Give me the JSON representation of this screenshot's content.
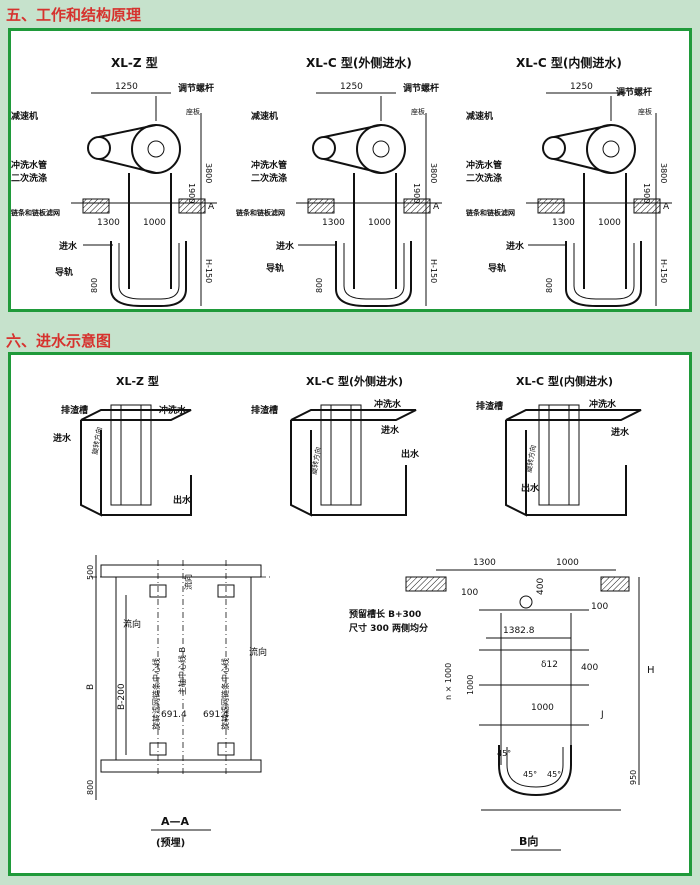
{
  "section5": {
    "title": "五、工作和结构原理",
    "machines": [
      {
        "title": "XL-Z 型",
        "d_1250": "1250",
        "d_3800": "3800",
        "d_1900": "1900",
        "d_1300": "1300",
        "d_1000": "1000",
        "d_h150": "H-150",
        "d_800": "800",
        "l_reducer": "减速机",
        "l_screw": "调节螺杆",
        "l_base": "座板",
        "l_flush": "冲洗水管",
        "l_wash2": "二次洗涤",
        "l_chain": "链条和链板滤网",
        "l_inlet": "进水",
        "l_rail": "导轨",
        "l_a": "A"
      },
      {
        "title": "XL-C 型(外侧进水)",
        "d_1250": "1250",
        "d_3800": "3800",
        "d_1900": "1900",
        "d_1300": "1300",
        "d_1000": "1000",
        "d_h150": "H-150",
        "d_800": "800",
        "l_reducer": "减速机",
        "l_screw": "调节螺杆",
        "l_base": "座板",
        "l_flush": "冲洗水管",
        "l_wash2": "二次洗涤",
        "l_chain": "链条和链板滤网",
        "l_inlet": "进水",
        "l_rail": "导轨",
        "l_a": "A"
      },
      {
        "title": "XL-C 型(内侧进水)",
        "d_1250": "1250",
        "d_3800": "3800",
        "d_1900": "1900",
        "d_1300": "1300",
        "d_1000": "1000",
        "d_h150": "H-150",
        "d_800": "800",
        "l_reducer": "减速机",
        "l_screw": "调节螺杆",
        "l_base": "座板",
        "l_flush": "冲洗水管",
        "l_wash2": "二次洗涤",
        "l_chain": "链条和链板滤网",
        "l_inlet": "进水",
        "l_rail": "导轨",
        "l_a": "A"
      }
    ]
  },
  "section6": {
    "title": "六、进水示意图",
    "iso": [
      {
        "title": "XL-Z 型",
        "l_drain": "排渣槽",
        "l_flush": "冲洗水",
        "l_inlet": "进水",
        "l_outlet": "出水",
        "l_dir": "旋转方向"
      },
      {
        "title": "XL-C 型(外侧进水)",
        "l_drain": "排渣槽",
        "l_flush": "冲洗水",
        "l_inlet": "进水",
        "l_outlet": "出水",
        "l_dir": "旋转方向"
      },
      {
        "title": "XL-C 型(内侧进水)",
        "l_drain": "排渣槽",
        "l_flush": "冲洗水",
        "l_inlet": "进水",
        "l_outlet": "出水",
        "l_dir": "旋转方向"
      }
    ],
    "aa": {
      "d_500": "500",
      "l_flow1": "流向",
      "l_flow2": "流向",
      "l_flow3": "流向",
      "d_b": "B",
      "d_b200": "B-200",
      "l_chain1": "旋转滤网链条中心线",
      "l_main": "主轴中心线 B",
      "l_chain2": "旋转滤网链条中心线",
      "d_6914a": "691.4",
      "d_6914b": "691.4",
      "d_800": "800",
      "caption": "A—A",
      "caption2": "(预埋)"
    },
    "b": {
      "d_1300": "1300",
      "d_1000": "1000",
      "d_100a": "100",
      "d_400a": "400",
      "d_100b": "100",
      "l_slot": "预留槽长 B+300",
      "l_slot2": "尺寸 300 两侧均分",
      "d_1382": "1382.8",
      "d_n1000": "n × 1000",
      "d_1000b": "1000",
      "d_d12": "δ12",
      "d_400b": "400",
      "d_1000c": "1000",
      "d_j": "J",
      "d_h": "H",
      "d_45a": "45°",
      "d_45b": "45°",
      "d_45c": "45°",
      "d_950": "950",
      "caption": "B向"
    }
  },
  "colors": {
    "title_red": "#d6322e",
    "border_green": "#1f9a3a",
    "bg_green": "#c6e2cc"
  }
}
